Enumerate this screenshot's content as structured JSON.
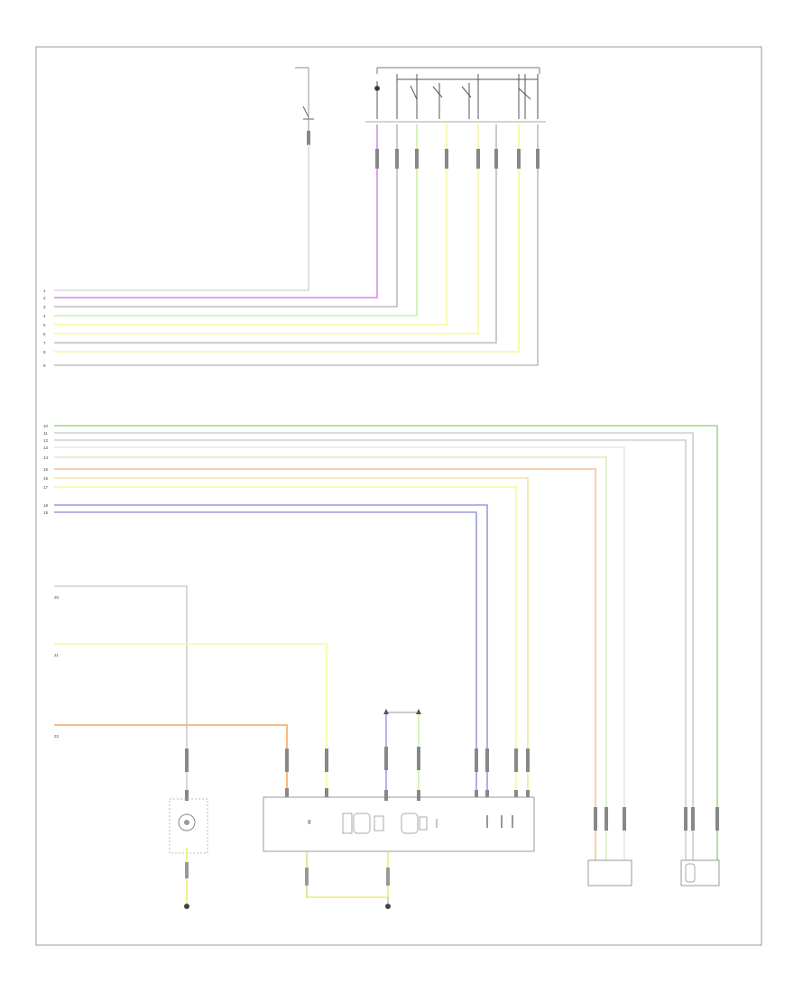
{
  "upper_harness": {
    "wires": [
      {
        "pin": "1",
        "label": "",
        "color": "#d8d8d8"
      },
      {
        "pin": "2",
        "label": "",
        "color": "#d68ae8"
      },
      {
        "pin": "3",
        "label": "",
        "color": "#bdbdbd"
      },
      {
        "pin": "4",
        "label": "",
        "color": "#c8f0a8"
      },
      {
        "pin": "5",
        "label": "",
        "color": "#f7f7a0"
      },
      {
        "pin": "6",
        "label": "",
        "color": "#f7f7a0"
      },
      {
        "pin": "7",
        "label": "",
        "color": "#bdbdbd"
      },
      {
        "pin": "8",
        "label": "",
        "color": "#f7f7a0"
      },
      {
        "pin": "9",
        "label": "",
        "color": "#bdbdbd"
      }
    ]
  },
  "lower_harness": {
    "wires": [
      {
        "pin": "10",
        "label": "",
        "color": "#9ed989"
      },
      {
        "pin": "11",
        "label": "",
        "color": "#cfcfcf"
      },
      {
        "pin": "12",
        "label": "",
        "color": "#cfcfcf"
      },
      {
        "pin": "13",
        "label": "",
        "color": "#e8e8e8"
      },
      {
        "pin": "14",
        "label": "",
        "color": "#d8efc0"
      },
      {
        "pin": "15",
        "label": "",
        "color": "#f4c49a"
      },
      {
        "pin": "16",
        "label": "",
        "color": "#f2e6a0"
      },
      {
        "pin": "17",
        "label": "",
        "color": "#f7f7a0"
      },
      {
        "pin": "18",
        "label": "",
        "color": "#9b9be0"
      },
      {
        "pin": "19",
        "label": "",
        "color": "#9b9be0"
      }
    ]
  },
  "single_wires": [
    {
      "pin": "20",
      "label": "",
      "color": "#cfcfcf"
    },
    {
      "pin": "21",
      "label": "",
      "color": "#f7f7a0"
    },
    {
      "pin": "22",
      "label": "",
      "color": "#f4a860"
    }
  ],
  "components": {
    "light_switch": "",
    "top_left_component": "",
    "horn": "",
    "control_module": "",
    "control_module_side_label": "",
    "top_connector_label": "",
    "left_sensor": "",
    "right_sensor": "",
    "left_sensor_box": "",
    "right_sensor_box": ""
  },
  "grounds": {
    "left": "",
    "center": ""
  },
  "footer": {
    "code": ""
  }
}
